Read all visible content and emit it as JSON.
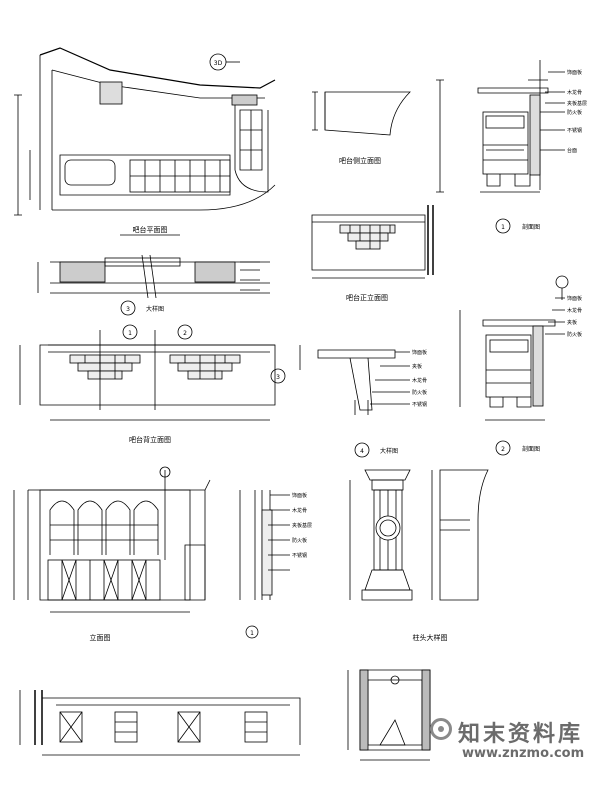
{
  "watermark": {
    "brand": "知末资料库",
    "url": "www.znzmo.com"
  },
  "callouts": [
    "3D",
    "1",
    "2",
    "3",
    "4",
    "1",
    "2",
    "3",
    "1",
    "2"
  ],
  "labels": [
    "吧台平面图",
    "吧台侧立面图",
    "吧台正立面图",
    "吧台背立面图",
    "剖面图",
    "剖面图",
    "大样图",
    "大样图",
    "立面图",
    "柱头大样图",
    "饰面板",
    "木龙骨",
    "夹板基层",
    "防火板",
    "不锈钢",
    "台面",
    "饰面板",
    "夹板",
    "木龙骨",
    "防火板",
    "不锈钢",
    "饰面板",
    "木龙骨",
    "夹板",
    "防火板",
    "饰面板",
    "木龙骨",
    "夹板基层",
    "防火板",
    "不锈钢"
  ]
}
